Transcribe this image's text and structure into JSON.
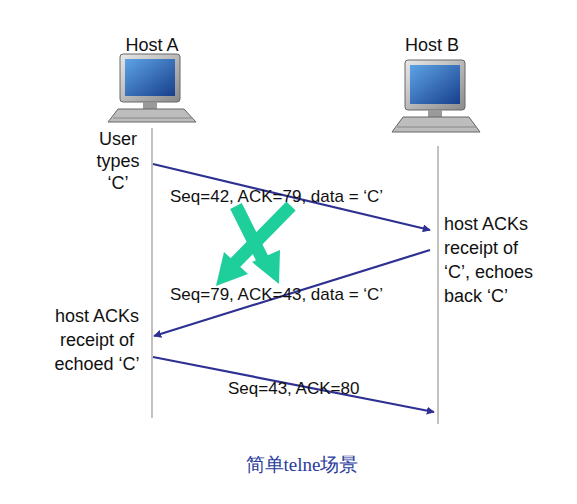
{
  "diagram": {
    "caption": "简单telne场景",
    "labels": [
      "Host A",
      "Host B",
      "User types ‘C’",
      "Seq=42, ACK=79, data = ‘C’",
      "host ACKs receipt of ‘C’, echoes back ‘C’",
      "Seq=79, ACK=43, data = ‘C’",
      "host ACKs receipt of echoed ‘C’",
      "Seq=43, ACK=80"
    ]
  }
}
